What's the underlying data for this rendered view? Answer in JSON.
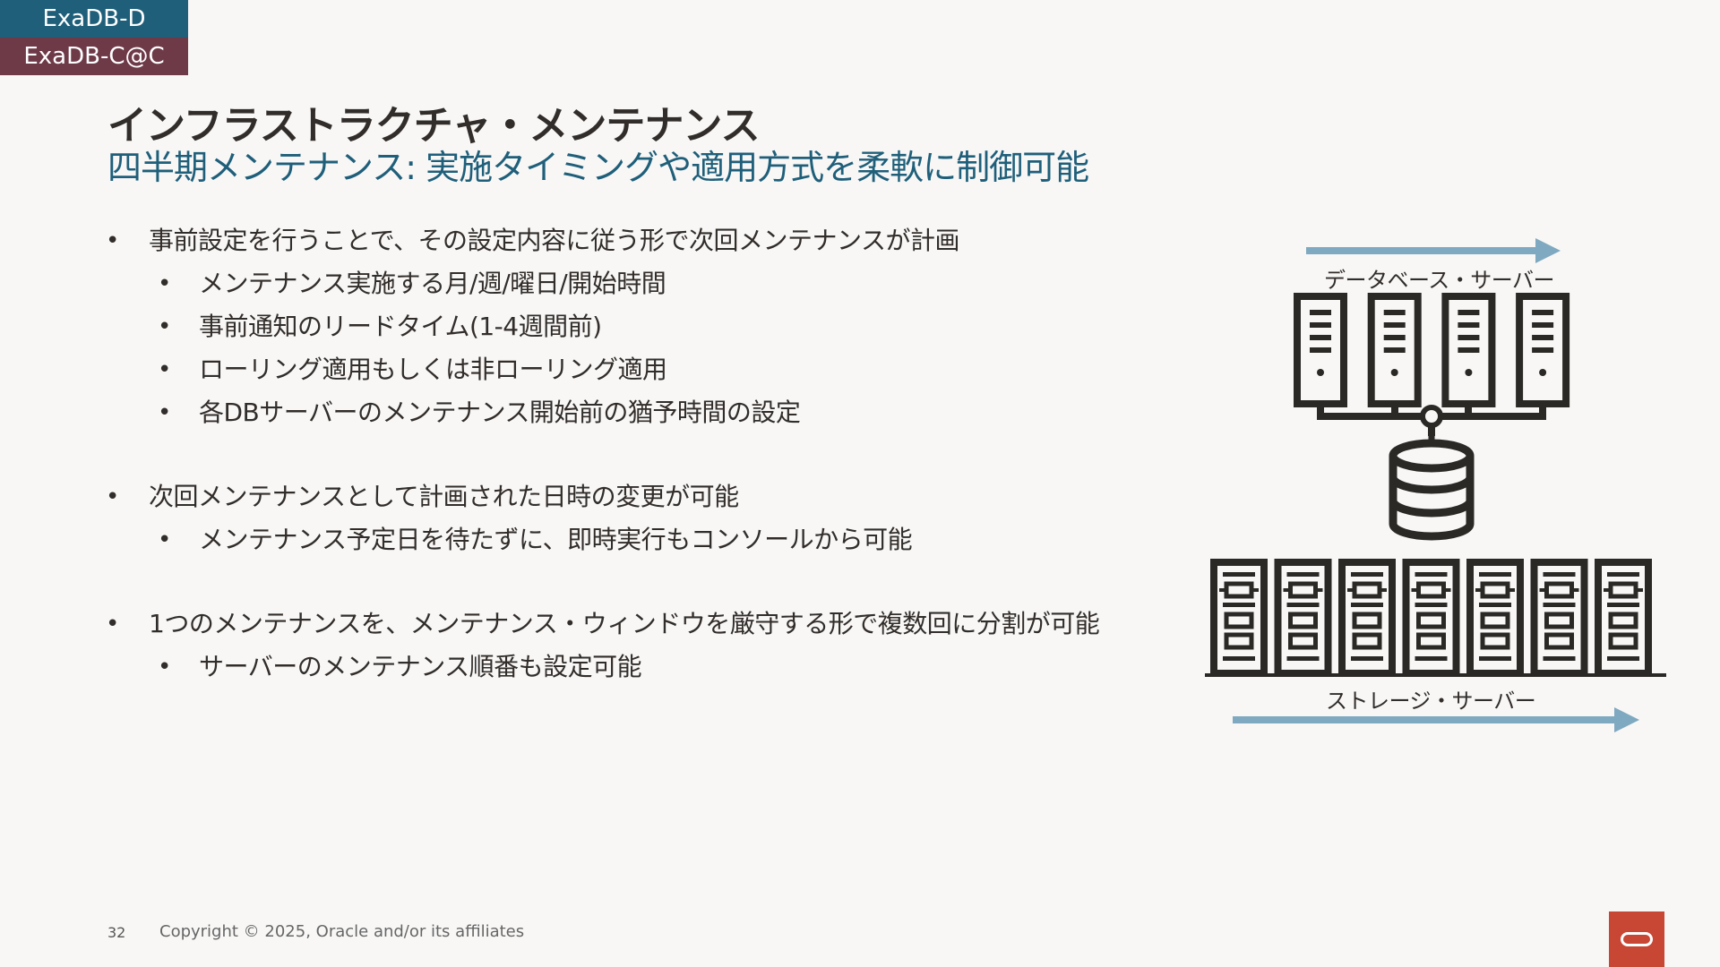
{
  "tags": {
    "primary": "ExaDB-D",
    "secondary": "ExaDB-C@C"
  },
  "title": "インフラストラクチャ・メンテナンス",
  "subtitle": "四半期メンテナンス: 実施タイミングや適用方式を柔軟に制御可能",
  "bullets": [
    {
      "text": "事前設定を行うことで、その設定内容に従う形で次回メンテナンスが計画",
      "children": [
        "メンテナンス実施する月/週/曜日/開始時間",
        "事前通知のリードタイム(1-4週間前)",
        "ローリング適用もしくは非ローリング適用",
        "各DBサーバーのメンテナンス開始前の猶予時間の設定"
      ]
    },
    {
      "text": "次回メンテナンスとして計画された日時の変更が可能",
      "children": [
        "メンテナンス予定日を待たずに、即時実行もコンソールから可能"
      ]
    },
    {
      "text": "1つのメンテナンスを、メンテナンス・ウィンドウを厳守する形で複数回に分割が可能",
      "children": [
        "サーバーのメンテナンス順番も設定可能"
      ]
    }
  ],
  "diagram": {
    "db_servers_label": "データベース・サーバー",
    "storage_servers_label": "ストレージ・サーバー",
    "db_server_count": 4,
    "storage_server_count": 7,
    "arrow_color": "#7fa9c0",
    "icon_color": "#2b2926"
  },
  "footer": {
    "page_number": "32",
    "copyright": "Copyright © 2025, Oracle and/or its affiliates"
  },
  "colors": {
    "tag_primary": "#1f5f7a",
    "tag_secondary": "#6e3a48",
    "subtitle": "#1f5f7a",
    "oracle_red": "#c74634",
    "background": "#f8f7f6"
  },
  "icons": {
    "logo": "oracle-logo-icon"
  }
}
